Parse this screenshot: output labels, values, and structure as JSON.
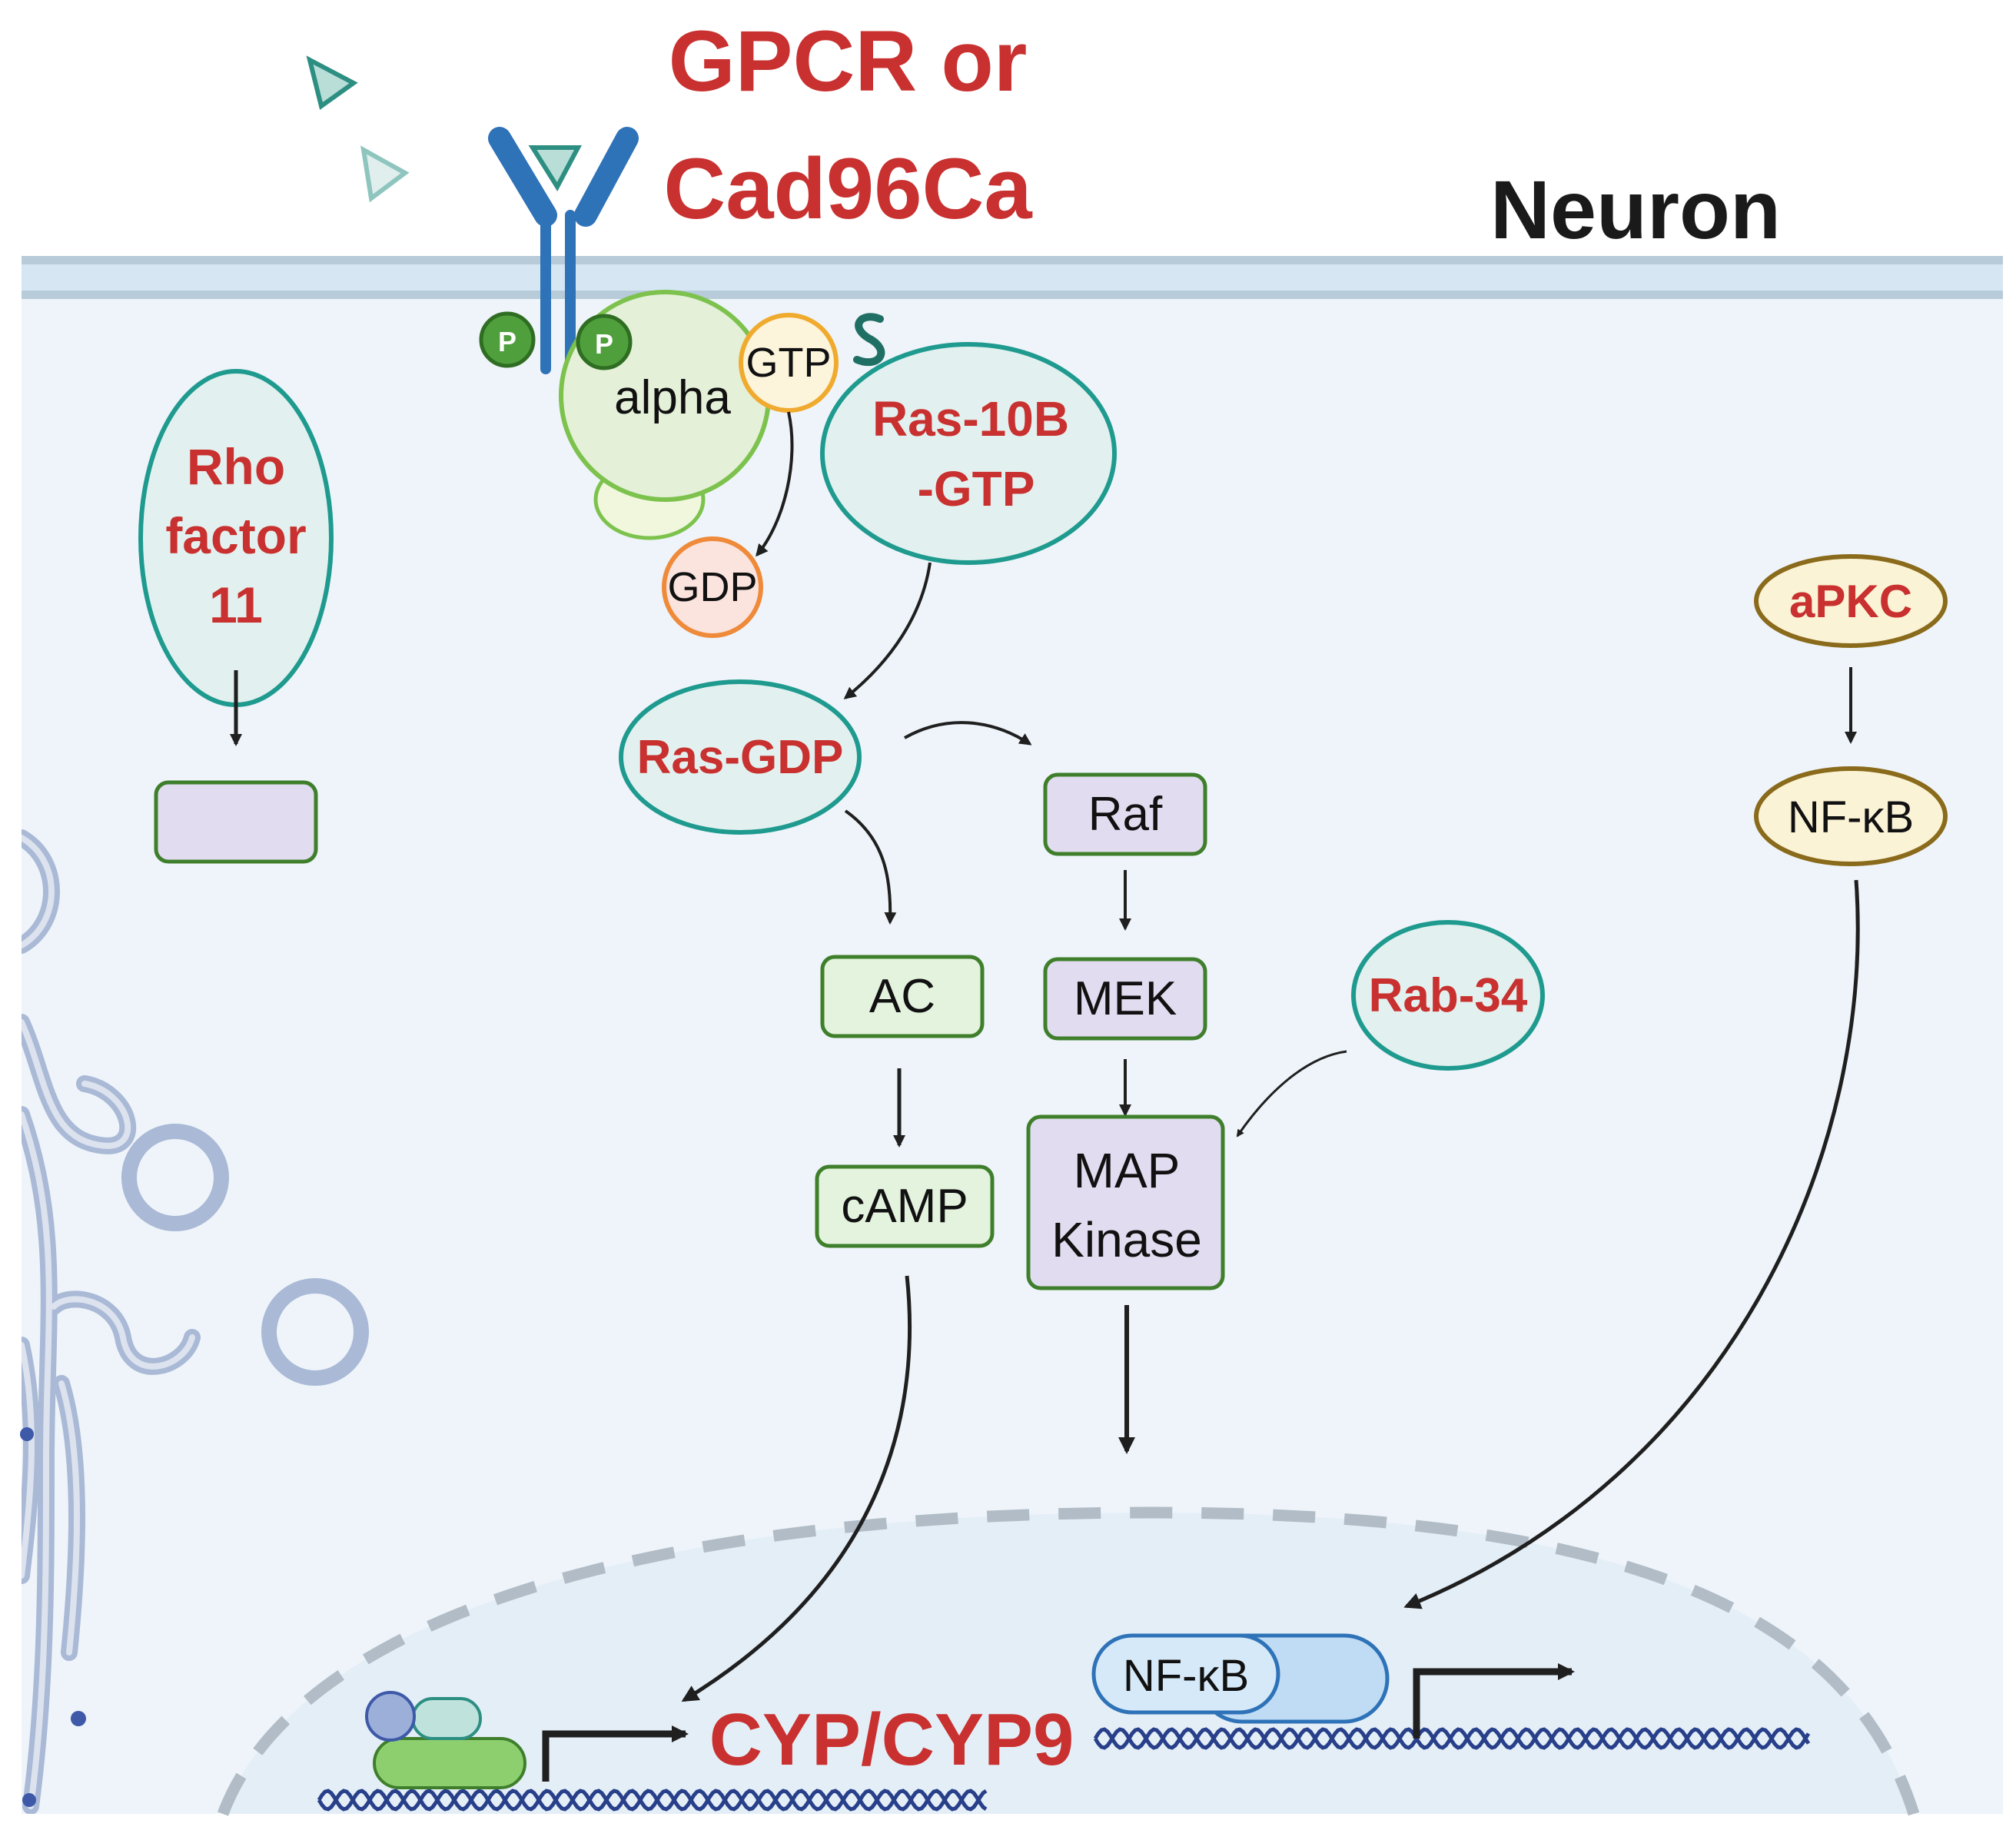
{
  "title": {
    "line1": "GPCR or",
    "line2": "Cad96Ca"
  },
  "cell_label": "Neuron",
  "receptor": {
    "alpha_label": "alpha",
    "gtp_label": "GTP",
    "gdp_label": "GDP",
    "phospho_label": "P"
  },
  "nodes": {
    "rho": {
      "line1": "Rho",
      "line2": "factor",
      "line3": "11"
    },
    "ras10b": {
      "line1": "Ras-10B",
      "line2": "-GTP"
    },
    "rasgdp": "Ras-GDP",
    "raf": "Raf",
    "mek": "MEK",
    "map": {
      "line1": "MAP",
      "line2": "Kinase"
    },
    "ac": "AC",
    "camp": "cAMP",
    "rab34": "Rab-34",
    "apkc": "aPKC",
    "nfkb": "NF-κB",
    "nfkb_nuclear": "NF-κB"
  },
  "gene_label": "CYP/CYP9",
  "colors": {
    "red_text": "#c8312f",
    "teal_border": "#1f9a8f",
    "teal_fill": "#e2f1ef",
    "lilac_fill": "#e1dcef",
    "green_border": "#3f7f2c",
    "light_green_fill": "#e3f3dd",
    "cream_fill": "#fbf3d6",
    "gold_border": "#8a6a1b",
    "membrane": "#b7cbd9",
    "cytoplasm": "#eef4f9",
    "nucleus": "#e4eef7",
    "receptor_blue": "#2e72b8",
    "dna": "#283f8a"
  }
}
